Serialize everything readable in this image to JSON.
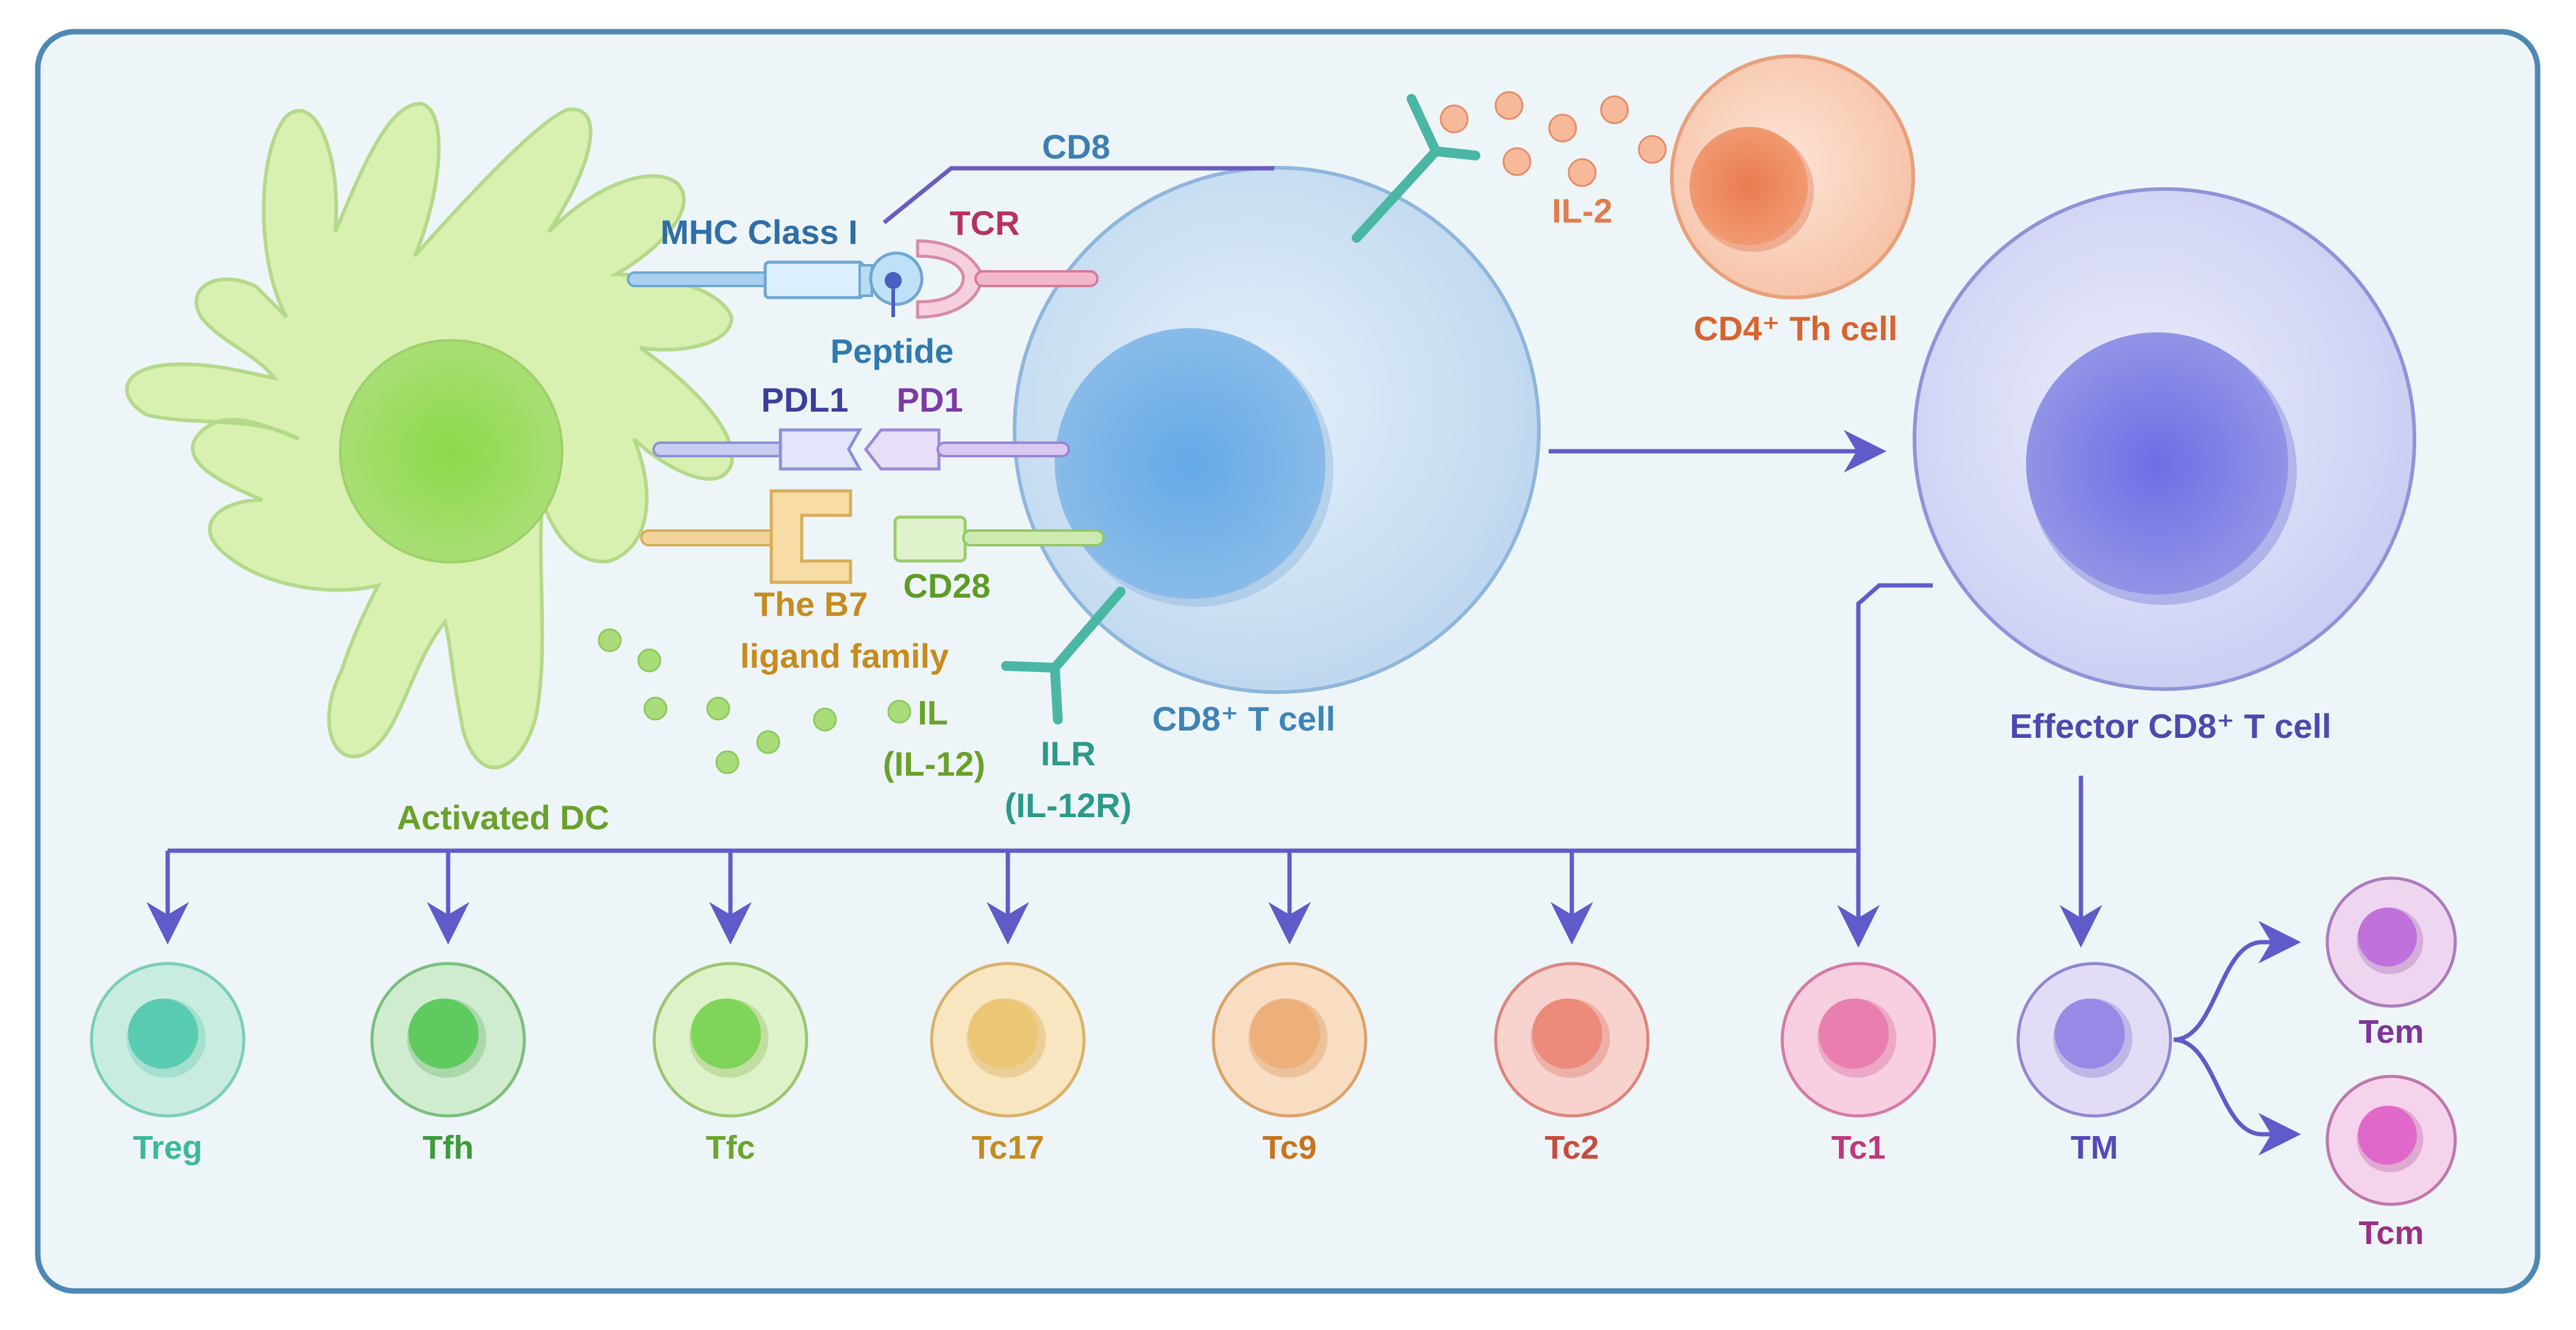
{
  "labels": {
    "cd8": "CD8",
    "mhc": "MHC Class I",
    "tcr": "TCR",
    "peptide": "Peptide",
    "pdl1": "PDL1",
    "pd1": "PD1",
    "b7_line1": "The B7",
    "b7_line2": "ligand family",
    "cd28": "CD28",
    "il": "IL",
    "il12": "(IL-12)",
    "ilr": "ILR",
    "il12r": "(IL-12R)",
    "cd8_cell": "CD8⁺ T cell",
    "activated_dc": "Activated DC",
    "il2": "IL-2",
    "cd4_cell": "CD4⁺ Th cell",
    "effector": "Effector CD8⁺ T cell"
  },
  "subsets": [
    {
      "name": "Treg",
      "color": "#3bb89a",
      "fill": "#c9ece1",
      "core": "#59cbb0"
    },
    {
      "name": "Tfh",
      "color": "#3a9c3a",
      "fill": "#cfeccf",
      "core": "#5fcb5f"
    },
    {
      "name": "Tfc",
      "color": "#6aa52c",
      "fill": "#def2c9",
      "core": "#7fd45a"
    },
    {
      "name": "Tc17",
      "color": "#c68a1e",
      "fill": "#f8e6c0",
      "core": "#ebc775"
    },
    {
      "name": "Tc9",
      "color": "#c8741e",
      "fill": "#f8ddc3",
      "core": "#eeb07a"
    },
    {
      "name": "Tc2",
      "color": "#c94a3c",
      "fill": "#f8d2cc",
      "core": "#ec8a7b"
    },
    {
      "name": "Tc1",
      "color": "#c2367a",
      "fill": "#f8cfe0",
      "core": "#e97fae"
    },
    {
      "name": "TM",
      "color": "#5548b8",
      "fill": "#e3dcf6",
      "core": "#9a88e6"
    },
    {
      "name": "Tem",
      "color": "#7e3696",
      "fill": "#efd6f0",
      "core": "#c171dc"
    },
    {
      "name": "Tcm",
      "color": "#9b3080",
      "fill": "#f6d3ec",
      "core": "#e068c8"
    }
  ],
  "colors": {
    "arrow": "#5f5bc9",
    "frame": "#4e88b4",
    "background": "#eef5f8",
    "dc": "#d8f0b0",
    "cd8_cell": "#c6ddf0",
    "effector": "#cfd2f3",
    "cd4": "#f0a37f"
  }
}
